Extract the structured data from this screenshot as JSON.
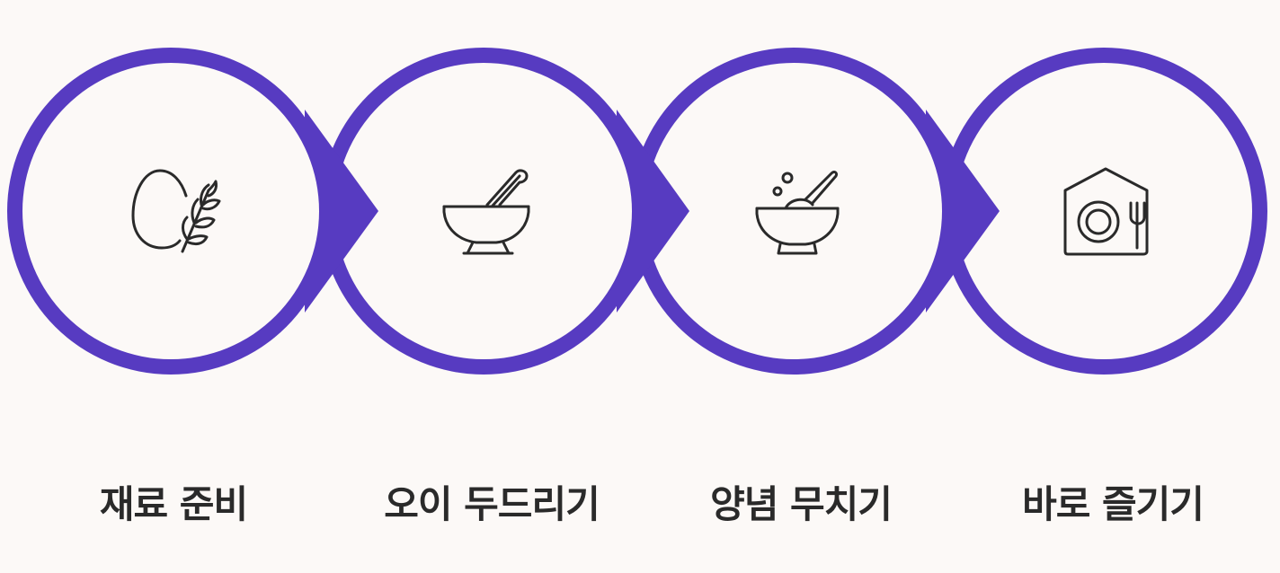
{
  "theme": {
    "ring": "#573bc1",
    "fill": "#fcf9f7",
    "icon": "#2a2a2a",
    "text": "#2a2a2a"
  },
  "steps": [
    {
      "label": "재료 준비",
      "icon": "egg-wheat-icon"
    },
    {
      "label": "오이 두드리기",
      "icon": "mortar-pestle-icon"
    },
    {
      "label": "양념 무치기",
      "icon": "mixing-bowl-icon"
    },
    {
      "label": "바로 즐기기",
      "icon": "dining-home-icon"
    }
  ]
}
